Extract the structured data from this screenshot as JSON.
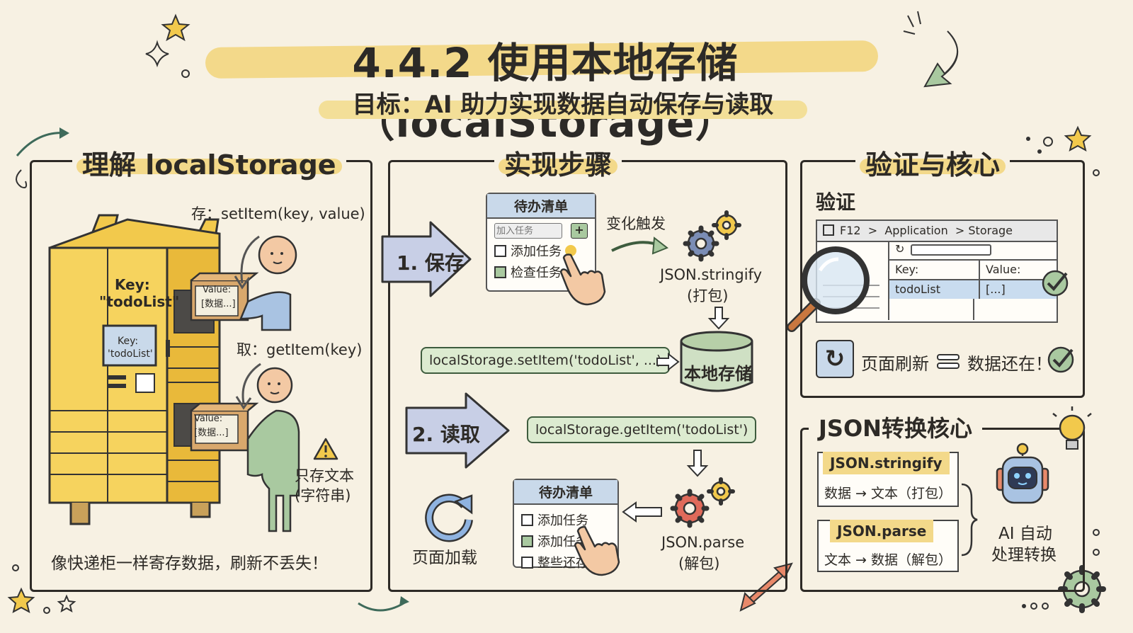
{
  "header": {
    "title": "4.4.2 使用本地存储（localStorage）",
    "subtitle": "目标：AI 助力实现数据自动保存与读取"
  },
  "left_panel": {
    "title": "理解 localStorage",
    "store_label": "存：setItem(key, value)",
    "get_label": "取：getItem(key)",
    "locker_key": "Key:",
    "locker_key_value": "\"todoList\"",
    "screen_key": "Key:",
    "screen_key_value": "'todoList'",
    "box_value": "Value:",
    "box_data": "[数据...]",
    "warning_line1": "只存文本",
    "warning_line2": "(字符串)",
    "caption": "像快递柜一样寄存数据，刷新不丢失！"
  },
  "middle_panel": {
    "title": "实现步骤",
    "step1": "1. 保存",
    "step2": "2. 读取",
    "todo_title": "待办清单",
    "todo_input_placeholder": "加入任务",
    "todo_items_top": [
      "添加任务",
      "检查任务"
    ],
    "trigger_label": "变化触发",
    "stringify_label": "JSON.stringify",
    "stringify_sub": "(打包)",
    "setitem_code": "localStorage.setItem('todoList', ...)",
    "storage_label": "本地存储",
    "getitem_code": "localStorage.getItem('todoList')",
    "parse_label": "JSON.parse",
    "parse_sub": "(解包)",
    "todo_items_bottom": [
      "添加任务",
      "添加任务",
      "整些还存"
    ],
    "page_load": "页面加载"
  },
  "right_panel": {
    "title": "验证与核心",
    "verify_label": "验证",
    "devtools_path": [
      "F12",
      ">",
      "Application",
      ">",
      "Storage"
    ],
    "col_key": "Key:",
    "col_value": "Value:",
    "row_key": "todoList",
    "row_value": "[...]",
    "refresh_text": "页面刷新",
    "data_remains": "数据还在！",
    "json_core_title": "JSON转换核心",
    "stringify_tag": "JSON.stringify",
    "stringify_desc": "数据 → 文本（打包）",
    "parse_tag": "JSON.parse",
    "parse_desc": "文本 → 数据（解包）",
    "ai_line1": "AI 自动",
    "ai_line2": "处理转换"
  },
  "colors": {
    "background": "#f7f1e3",
    "highlight": "#f3d98a",
    "locker": "#f2c94c",
    "code_green": "#dcebd0",
    "arrow_blue": "#c8cfe6",
    "figure_blue": "#a9c3e2",
    "figure_green": "#a9c9a0"
  }
}
